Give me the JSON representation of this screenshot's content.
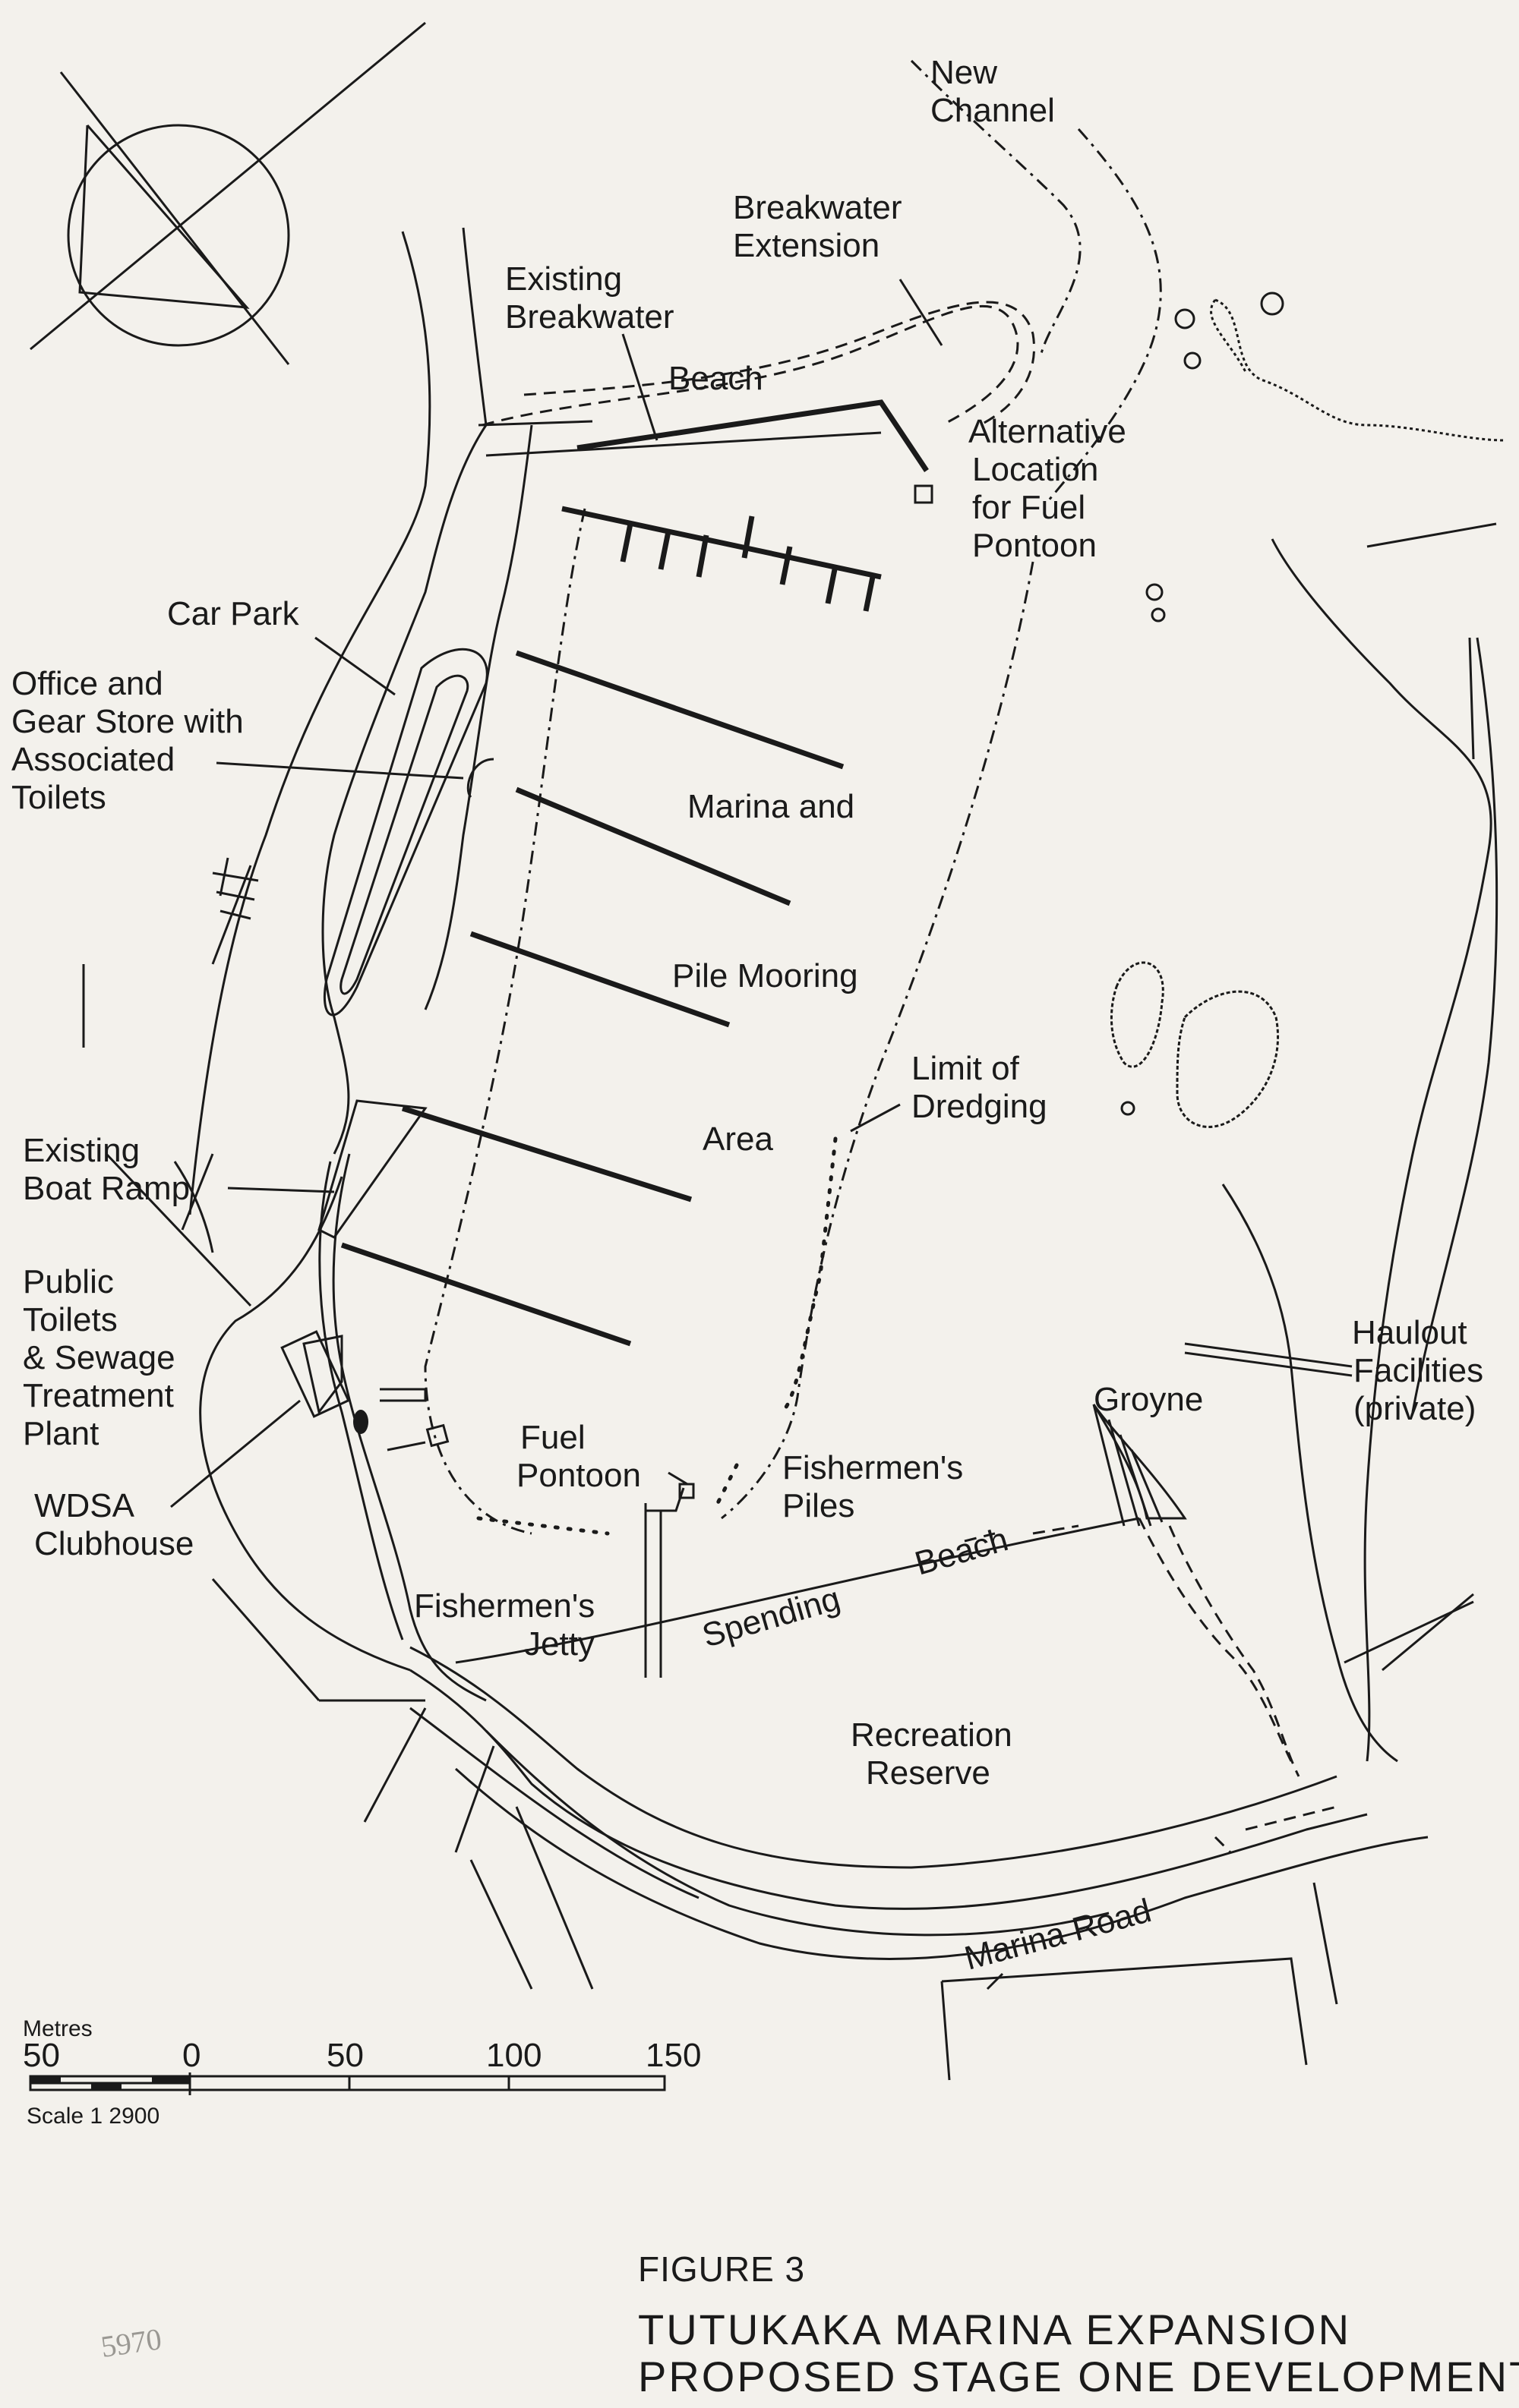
{
  "map": {
    "labels": {
      "new_channel": [
        "New",
        "Channel"
      ],
      "breakwater_extension": [
        "Breakwater",
        "Extension"
      ],
      "existing_breakwater": [
        "Existing",
        "Breakwater"
      ],
      "beach": "Beach",
      "alt_fuel": [
        "Alternative",
        "Location",
        "for Fuel",
        "Pontoon"
      ],
      "car_park": "Car Park",
      "office": [
        "Office  and",
        "Gear Store with",
        "Associated",
        "Toilets"
      ],
      "marina": [
        "Marina  and",
        "Pile Mooring",
        "Area"
      ],
      "limit_dredging": [
        "Limit  of",
        "Dredging"
      ],
      "boat_ramp": [
        "Existing",
        "Boat Ramp"
      ],
      "public_toilets": [
        "Public",
        "Toilets",
        "& Sewage",
        "Treatment",
        "Plant"
      ],
      "wdsa": [
        "WDSA",
        "Clubhouse"
      ],
      "fuel_pontoon": [
        "Fuel",
        "Pontoon"
      ],
      "fishermens_piles": [
        "Fishermen's",
        "Piles"
      ],
      "groyne": "Groyne",
      "haulout": [
        "Haulout",
        "Facilities",
        "(private)"
      ],
      "spending_beach": [
        "Spending",
        "Beach"
      ],
      "fishermens_jetty": [
        "Fishermen's",
        "Jetty"
      ],
      "recreation_reserve": [
        "Recreation",
        "Reserve"
      ],
      "marina_road": "Marina  Road"
    },
    "scale": {
      "unit": "Metres",
      "ticks": [
        "50",
        "0",
        "50",
        "100",
        "150"
      ],
      "ratio": "Scale  1   2900"
    }
  },
  "caption": {
    "figure": "FIGURE  3",
    "title_line1": "TUTUKAKA  MARINA  EXPANSION",
    "title_line2": "PROPOSED STAGE  ONE  DEVELOPMENT"
  },
  "handwritten_note": "5970"
}
